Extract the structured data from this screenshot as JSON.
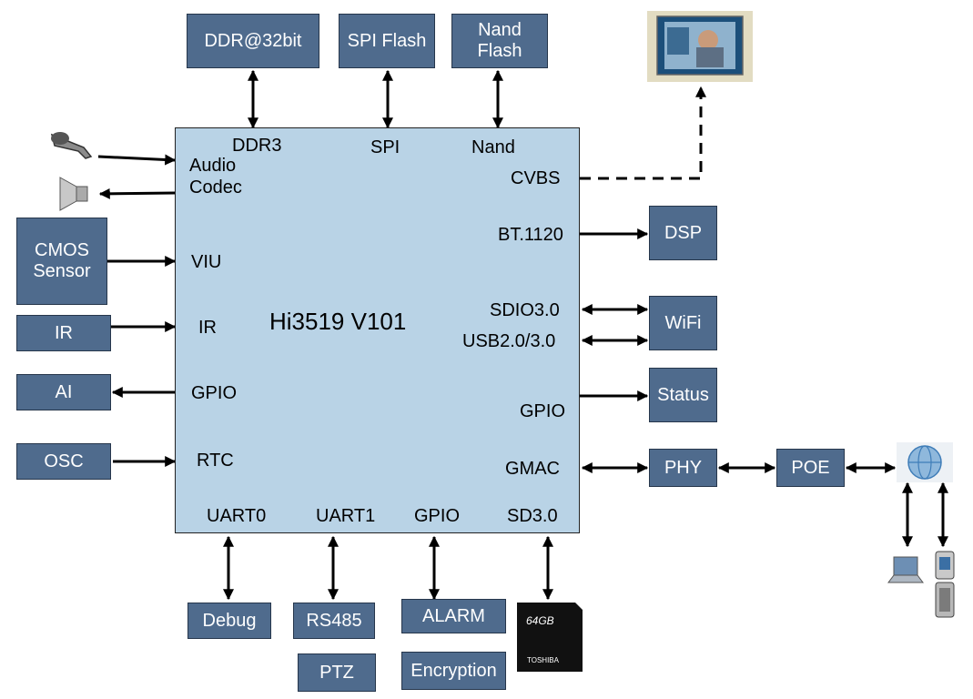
{
  "colors": {
    "block": "#4f6b8d",
    "chip": "#b9d3e6",
    "line": "#000000"
  },
  "chip": {
    "name": "Hi3519 V101"
  },
  "chip_ports": {
    "ddr3": "DDR3",
    "spi": "SPI",
    "nand": "Nand",
    "audio": "Audio\nCodec",
    "viu": "VIU",
    "ir": "IR",
    "gpio_left": "GPIO",
    "rtc": "RTC",
    "cvbs": "CVBS",
    "bt1120": "BT.1120",
    "sdio": "SDIO3.0",
    "usb": "USB2.0/3.0",
    "gpio_right": "GPIO",
    "gmac": "GMAC",
    "uart0": "UART0",
    "uart1": "UART1",
    "gpio_bottom": "GPIO",
    "sd": "SD3.0"
  },
  "blocks": {
    "ddr": "DDR@32bit",
    "spi_flash": "SPI Flash",
    "nand_flash": "Nand\nFlash",
    "cmos": "CMOS\nSensor",
    "ir": "IR",
    "ai": "AI",
    "osc": "OSC",
    "dsp": "DSP",
    "wifi": "WiFi",
    "status": "Status",
    "phy": "PHY",
    "poe": "POE",
    "debug": "Debug",
    "rs485": "RS485",
    "ptz": "PTZ",
    "alarm": "ALARM",
    "encryption": "Encryption"
  },
  "icons": {
    "monitor": "monitor-icon",
    "microphone": "microphone-icon",
    "speaker": "speaker-icon",
    "globe": "network-globe-icon",
    "laptop": "laptop-icon",
    "phone": "mobile-phone-icon",
    "sd_card": "sd-card-icon"
  },
  "sd_card": {
    "capacity": "64GB",
    "brand": "TOSHIBA"
  }
}
